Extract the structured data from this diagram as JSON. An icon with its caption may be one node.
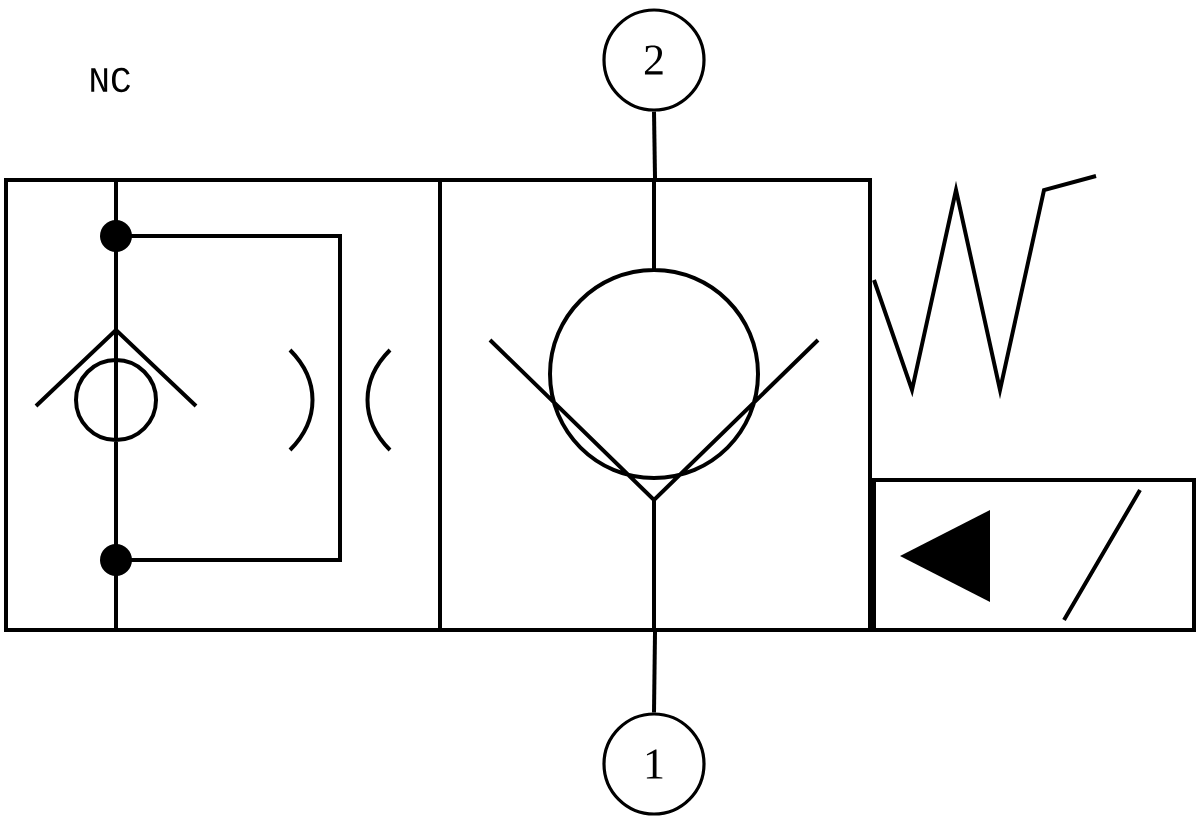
{
  "diagram": {
    "nodes": [
      {
        "text": [
          "2"
        ]
      },
      {
        "text": [
          "1"
        ]
      },
      {
        "text": [],
        "shape": "box"
      }
    ],
    "edges": [
      {
        "from": 0,
        "to": 2,
        "arrow": "none"
      },
      {
        "from": 2,
        "to": 1,
        "arrow": "none"
      }
    ],
    "labels": [
      "NC"
    ]
  }
}
